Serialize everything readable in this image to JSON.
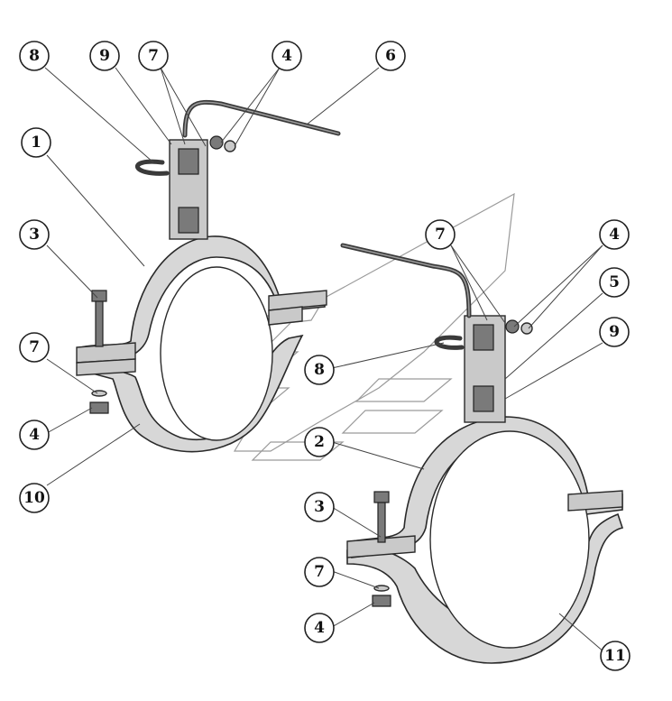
{
  "callouts": [
    {
      "id": "c8a",
      "label": "8"
    },
    {
      "id": "c9a",
      "label": "9"
    },
    {
      "id": "c7a",
      "label": "7"
    },
    {
      "id": "c4a",
      "label": "4"
    },
    {
      "id": "c6",
      "label": "6"
    },
    {
      "id": "c1",
      "label": "1"
    },
    {
      "id": "c3a",
      "label": "3"
    },
    {
      "id": "c7b",
      "label": "7"
    },
    {
      "id": "c4b",
      "label": "4"
    },
    {
      "id": "c10",
      "label": "10"
    },
    {
      "id": "c7c",
      "label": "7"
    },
    {
      "id": "c4c",
      "label": "4"
    },
    {
      "id": "c5",
      "label": "5"
    },
    {
      "id": "c9b",
      "label": "9"
    },
    {
      "id": "c8b",
      "label": "8"
    },
    {
      "id": "c2",
      "label": "2"
    },
    {
      "id": "c3b",
      "label": "3"
    },
    {
      "id": "c7d",
      "label": "7"
    },
    {
      "id": "c4d",
      "label": "4"
    },
    {
      "id": "c11",
      "label": "11"
    }
  ],
  "colors": {
    "line": "#2a2a2a",
    "metal": "#c9c9c9",
    "background": "#ffffff"
  }
}
